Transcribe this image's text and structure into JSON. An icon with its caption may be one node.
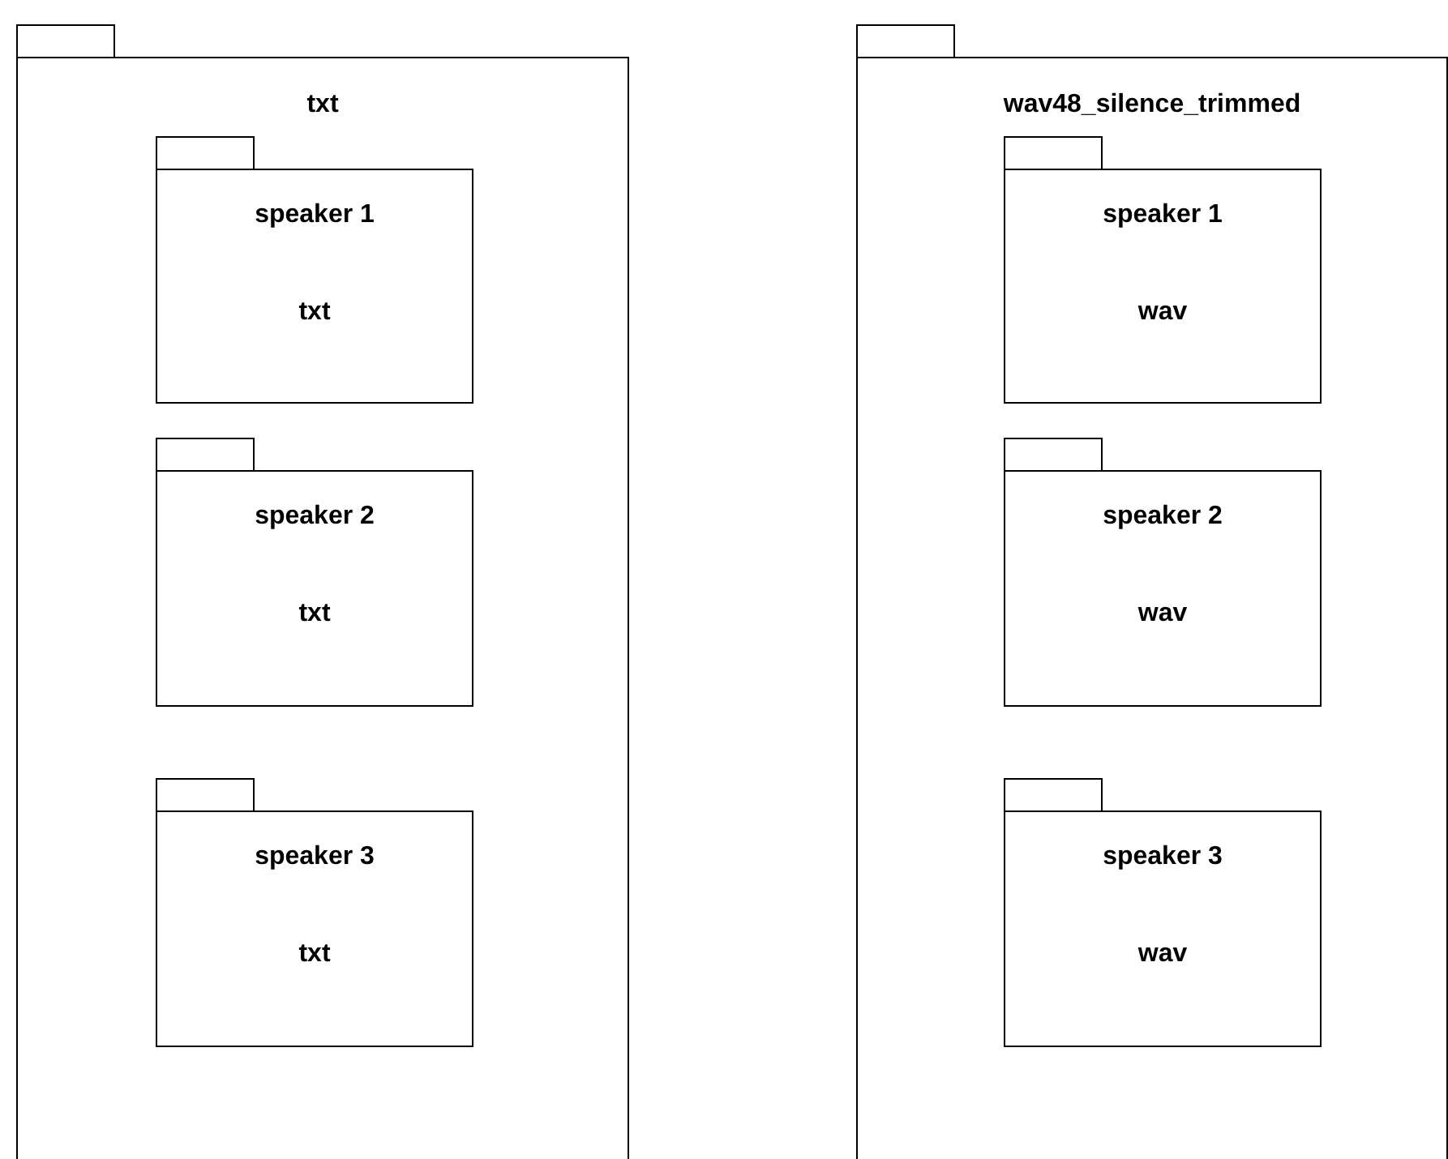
{
  "diagram": {
    "nodes": [
      {
        "text": [
          "txt"
        ]
      },
      {
        "text": [
          "speaker 1",
          "txt"
        ],
        "in": 0
      },
      {
        "text": [
          "speaker 2",
          "txt"
        ],
        "in": 0
      },
      {
        "text": [
          "speaker 3",
          "txt"
        ],
        "in": 0
      },
      {
        "text": [
          "wav48_silence_trimmed"
        ]
      },
      {
        "text": [
          "speaker 1",
          "wav"
        ],
        "in": 4
      },
      {
        "text": [
          "speaker 2",
          "wav"
        ],
        "in": 4
      },
      {
        "text": [
          "speaker 3",
          "wav"
        ],
        "in": 4
      }
    ],
    "edges": []
  }
}
